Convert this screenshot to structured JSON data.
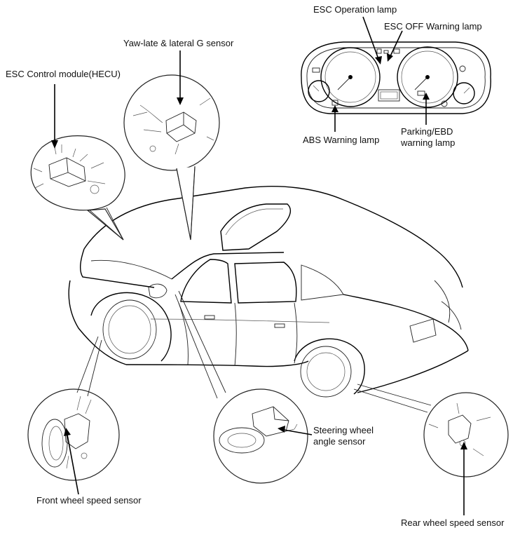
{
  "labels": {
    "esc_operation_lamp": "ESC Operation lamp",
    "esc_off_warning_lamp": "ESC OFF Warning lamp",
    "yaw_rate_sensor": "Yaw-late & lateral G sensor",
    "esc_control_module": "ESC Control module(HECU)",
    "abs_warning_lamp": "ABS Warning lamp",
    "parking_ebd_lamp": "Parking/EBD\nwarning lamp",
    "steering_angle_sensor": "Steering wheel\nangle sensor",
    "front_wheel_speed_sensor": "Front wheel speed sensor",
    "rear_wheel_speed_sensor": "Rear wheel speed sensor"
  },
  "icons": {
    "cluster": "instrument-cluster-icon",
    "car": "sedan-car-icon",
    "hecu": "hecu-module-icon",
    "yaw": "yaw-sensor-icon",
    "steering": "steering-angle-sensor-icon",
    "front_wheel": "front-wheel-sensor-icon",
    "rear_wheel": "rear-wheel-sensor-icon"
  }
}
